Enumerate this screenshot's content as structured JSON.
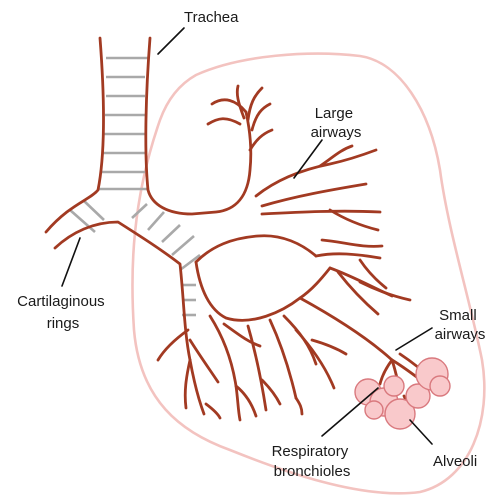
{
  "diagram": {
    "labels": {
      "trachea": "Trachea",
      "large_airways": [
        "Large",
        "airways"
      ],
      "cartilaginous_rings": [
        "Cartilaginous",
        "rings"
      ],
      "small_airways": [
        "Small",
        "airways"
      ],
      "respiratory_bronchioles": [
        "Respiratory",
        "bronchioles"
      ],
      "alveoli": "Alveoli"
    },
    "colors": {
      "airway": "#a23a22",
      "cartilage": "#a9a9a9",
      "lung_outline": "#f3c3c0",
      "alveoli_fill": "#f9c9cb",
      "alveoli_stroke": "#d9797e"
    }
  }
}
